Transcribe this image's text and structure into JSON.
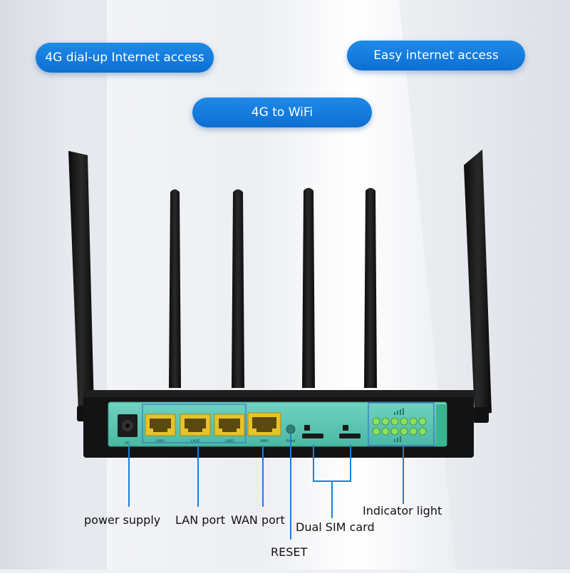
{
  "badges": {
    "dialup": "4G dial-up Internet access",
    "easy": "Easy internet access",
    "wifi": "4G to WiFi"
  },
  "panel": {
    "dc": "DC",
    "lan1": "LAN1",
    "lan2": "LAN2",
    "lan3": "LAN3",
    "wan": "WAN",
    "reset": "Reset"
  },
  "callouts": {
    "power": "power supply",
    "lan": "LAN port",
    "wan": "WAN port",
    "sim": "Dual SIM card",
    "indicator": "Indicator light",
    "reset": "RESET"
  },
  "colors": {
    "badge": "#1680e0",
    "panel": "#5ec7b3",
    "port": "#e8c22a",
    "led": "#7ed957",
    "leader": "#1a7fe0"
  }
}
